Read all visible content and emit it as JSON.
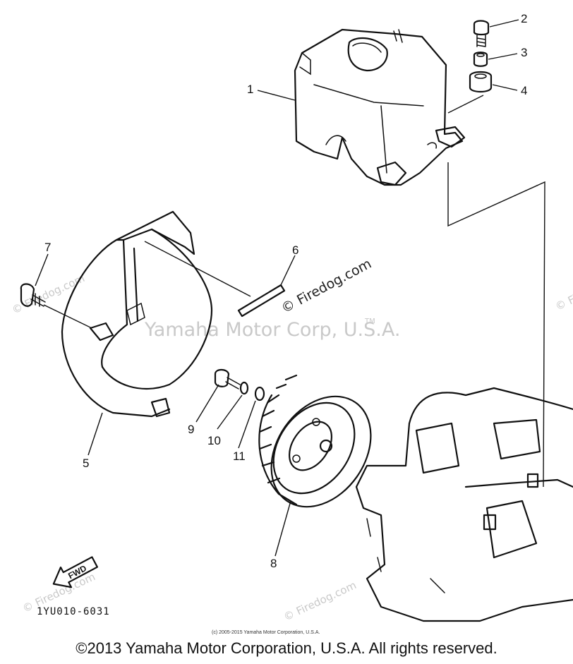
{
  "callouts": [
    {
      "id": "1",
      "label": "1"
    },
    {
      "id": "2",
      "label": "2"
    },
    {
      "id": "3",
      "label": "3"
    },
    {
      "id": "4",
      "label": "4"
    },
    {
      "id": "5",
      "label": "5"
    },
    {
      "id": "6",
      "label": "6"
    },
    {
      "id": "7",
      "label": "7"
    },
    {
      "id": "8",
      "label": "8"
    },
    {
      "id": "9",
      "label": "9"
    },
    {
      "id": "10",
      "label": "10"
    },
    {
      "id": "11",
      "label": "11"
    }
  ],
  "watermark": {
    "main": "Yamaha Motor Corp, U.S.A.",
    "tm": "TM",
    "site": "© Firedog.com",
    "corner": "© Firedog.com"
  },
  "fwd_label": "FWD",
  "diagram_code": "1YU010-6031",
  "small_copyright": "(c) 2005-2015 Yamaha Motor Corporation, U.S.A.",
  "footer_copyright": "©2013 Yamaha Motor Corporation, U.S.A. All rights reserved."
}
